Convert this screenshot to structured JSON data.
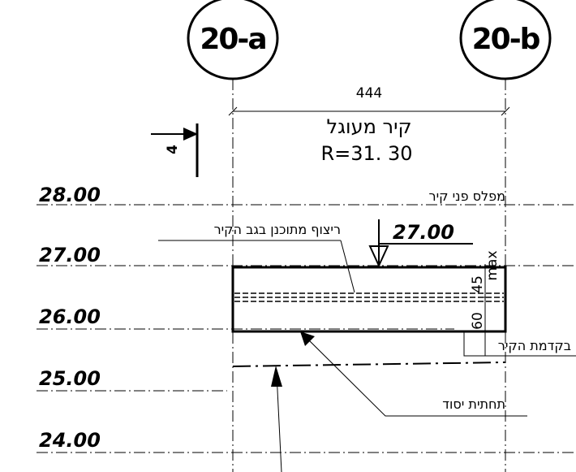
{
  "grids": {
    "left": "20-a",
    "right": "20-b"
  },
  "section_mark": "4",
  "dimension": "444",
  "wall": {
    "name": "קיר מעוגל",
    "radius": "R=31. 30"
  },
  "levels": [
    "28.00",
    "27.00",
    "26.00",
    "25.00",
    "24.00"
  ],
  "notes": {
    "face_plan": "מפלס פני קיר",
    "paving": "ריצוף מתוכנן בגב הקיר",
    "top_elevation": "27.00",
    "wall_front": "בקדמת הקיר",
    "footing_bottom": "תחתית יסוד"
  },
  "section_dims": {
    "d60": "60",
    "d45": "45",
    "max": "max"
  }
}
